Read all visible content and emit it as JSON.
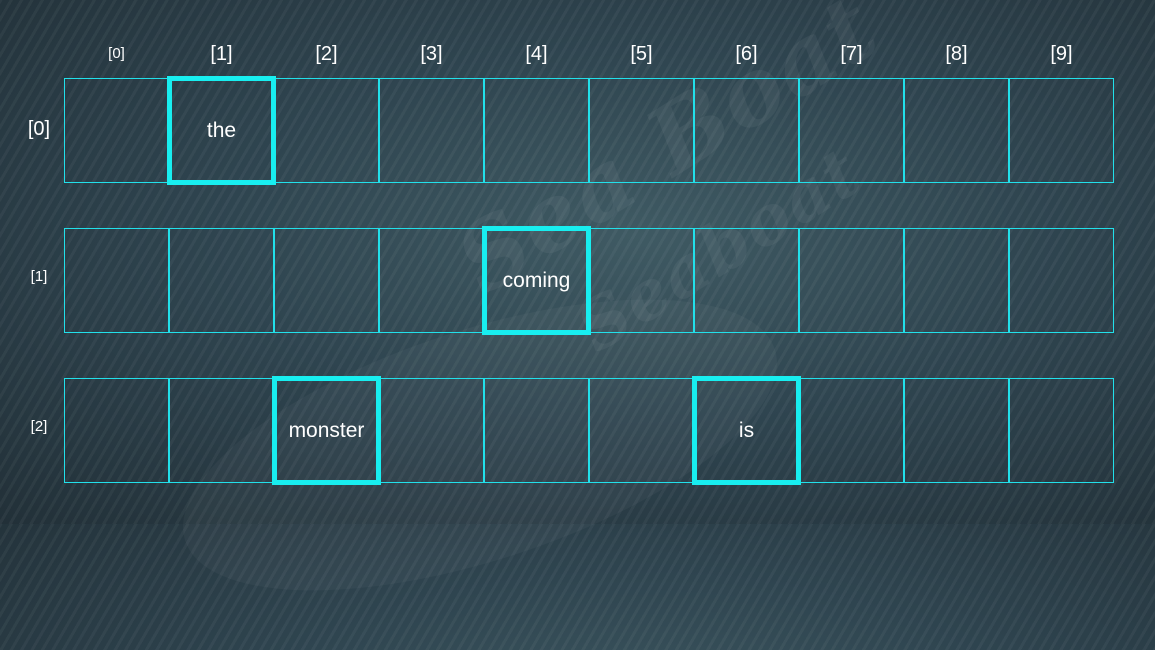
{
  "column_labels": [
    "[0]",
    "[1]",
    "[2]",
    "[3]",
    "[4]",
    "[5]",
    "[6]",
    "[7]",
    "[8]",
    "[9]"
  ],
  "row_labels": [
    "[0]",
    "[1]",
    "[2]"
  ],
  "rows": [
    [
      "",
      "the",
      "",
      "",
      "",
      "",
      "",
      "",
      "",
      ""
    ],
    [
      "",
      "",
      "",
      "",
      "coming",
      "",
      "",
      "",
      "",
      ""
    ],
    [
      "",
      "",
      "monster",
      "",
      "",
      "",
      "is",
      "",
      "",
      ""
    ]
  ],
  "highlighted_cells": [
    [
      0,
      1
    ],
    [
      1,
      4
    ],
    [
      2,
      2
    ],
    [
      2,
      6
    ]
  ],
  "colors": {
    "grid_line": "#22e0ea",
    "highlight": "#18eef0",
    "text": "#ffffff"
  },
  "watermark": {
    "line1": "Sea Boat",
    "line2": "Seaboat"
  }
}
